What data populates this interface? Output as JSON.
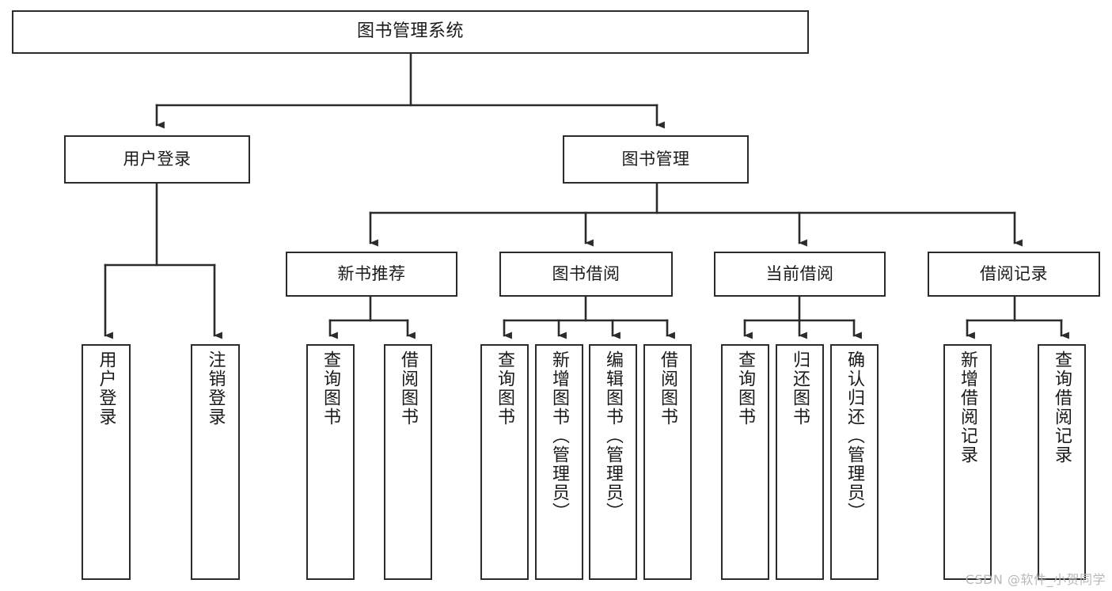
{
  "diagram": {
    "type": "tree-hierarchy",
    "title": "图书管理系统",
    "orientation": "top-down",
    "colors": {
      "box_border": "#2b2b2b",
      "box_fill": "#ffffff",
      "connector": "#2b2b2b",
      "text": "#1a1a1a",
      "watermark": "#b9b9b9",
      "background": "#ffffff"
    },
    "root": {
      "label": "图书管理系统"
    },
    "level2": [
      {
        "id": "user-login",
        "label": "用户登录"
      },
      {
        "id": "book-manage",
        "label": "图书管理"
      }
    ],
    "level3": [
      {
        "id": "new-book-recommend",
        "label": "新书推荐",
        "parent": "book-manage"
      },
      {
        "id": "book-borrow",
        "label": "图书借阅",
        "parent": "book-manage"
      },
      {
        "id": "current-borrow",
        "label": "当前借阅",
        "parent": "book-manage"
      },
      {
        "id": "borrow-record",
        "label": "借阅记录",
        "parent": "book-manage"
      }
    ],
    "leaves": {
      "user-login": [
        {
          "id": "leaf-user-login",
          "label": "用户登录"
        },
        {
          "id": "leaf-logout",
          "label": "注销登录"
        }
      ],
      "new-book-recommend": [
        {
          "id": "leaf-query-book-1",
          "label": "查询图书"
        },
        {
          "id": "leaf-borrow-book-1",
          "label": "借阅图书"
        }
      ],
      "book-borrow": [
        {
          "id": "leaf-query-book-2",
          "label": "查询图书"
        },
        {
          "id": "leaf-add-book",
          "label": "新增图书（管理员）"
        },
        {
          "id": "leaf-edit-book",
          "label": "编辑图书（管理员）"
        },
        {
          "id": "leaf-borrow-book-2",
          "label": "借阅图书"
        }
      ],
      "current-borrow": [
        {
          "id": "leaf-query-book-3",
          "label": "查询图书"
        },
        {
          "id": "leaf-return-book",
          "label": "归还图书"
        },
        {
          "id": "leaf-confirm-return",
          "label": "确认归还（管理员）"
        }
      ],
      "borrow-record": [
        {
          "id": "leaf-add-record",
          "label": "新增借阅记录"
        },
        {
          "id": "leaf-query-record",
          "label": "查询借阅记录"
        }
      ]
    },
    "watermark": "CSDN @软件_小贺同学"
  }
}
